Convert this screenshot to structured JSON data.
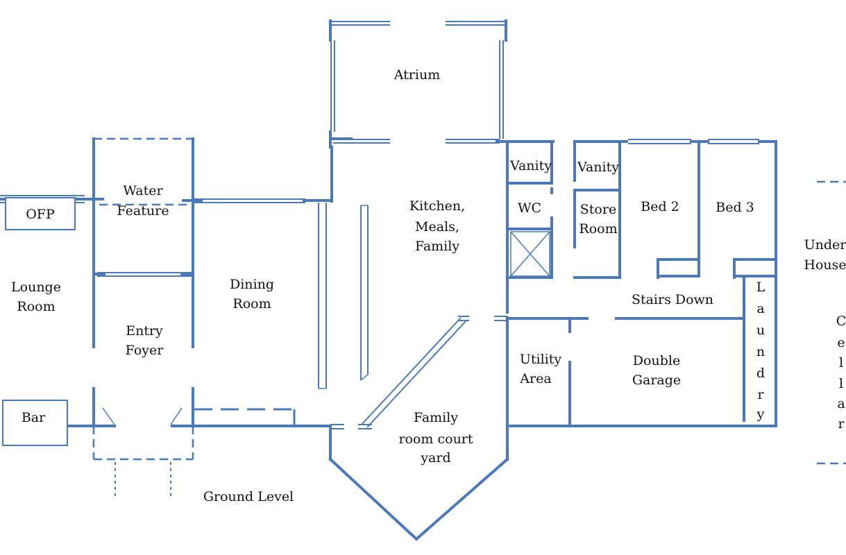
{
  "diagram": {
    "colors": {
      "wall": "#4a78b8",
      "text": "#111111",
      "background": "#ffffff"
    },
    "labels": {
      "atrium": "Atrium",
      "ofp": "OFP",
      "water_feature": [
        "Water",
        "Feature"
      ],
      "lounge_room": [
        "Lounge",
        "Room"
      ],
      "entry_foyer": [
        "Entry",
        "Foyer"
      ],
      "dining_room": [
        "Dining",
        "Room"
      ],
      "bar": "Bar",
      "ground_level": "Ground Level",
      "kitchen": [
        "Kitchen,",
        "Meals,",
        "Family"
      ],
      "family_courtyard": [
        "Family",
        "room court",
        "yard"
      ],
      "vanity_1": "Vanity",
      "vanity_2": "Vanity",
      "wc": "WC",
      "store_room": [
        "Store",
        "Room"
      ],
      "bed_2": "Bed 2",
      "bed_3": "Bed 3",
      "stairs_down": "Stairs Down",
      "utility_area": [
        "Utility",
        "Area"
      ],
      "double_garage": [
        "Double",
        "Garage"
      ],
      "laundry": [
        "L",
        "a",
        "u",
        "n",
        "d",
        "r",
        "y"
      ],
      "under_house": [
        "Under",
        "House"
      ],
      "cellar": [
        "C",
        "e",
        "l",
        "l",
        "a",
        "r"
      ]
    }
  }
}
